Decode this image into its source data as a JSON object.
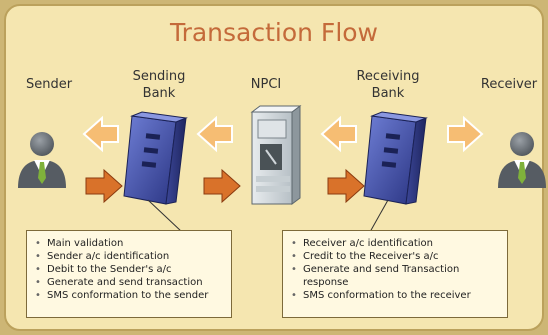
{
  "title": "Transaction Flow",
  "actors": {
    "sender": "Sender",
    "sending_bank": [
      "Sending",
      "Bank"
    ],
    "npci": "NPCI",
    "receiving_bank": [
      "Receiving",
      "Bank"
    ],
    "receiver": "Receiver"
  },
  "sending_bank_steps": [
    "Main validation",
    "Sender a/c identification",
    "Debit to the Sender's a/c",
    "Generate and send transaction",
    "SMS conformation to the sender"
  ],
  "receiving_bank_steps": [
    "Receiver a/c identification",
    "Credit to the Receiver's a/c",
    "Generate and send Transaction response",
    "SMS conformation to the receiver"
  ],
  "colors": {
    "forward_arrow": "#d9722a",
    "return_arrow": "#f6bd73",
    "title": "#c46a3a",
    "background": "#f5e6b0"
  }
}
